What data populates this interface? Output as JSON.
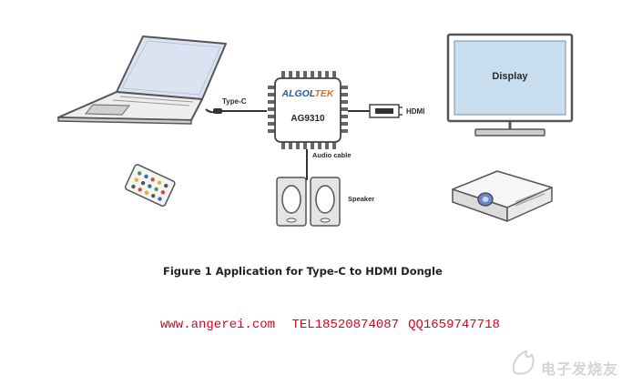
{
  "diagram": {
    "chip": {
      "brand": "ALGOLTEK",
      "brand_part1": "ALGOL",
      "brand_part2": "TEK",
      "model": "AG9310"
    },
    "labels": {
      "typec": "Type-C",
      "hdmi": "HDMI",
      "audio": "Audio cable",
      "speaker": "Speaker",
      "display": "Display"
    }
  },
  "caption": "Figure 1 Application for Type-C to HDMI Dongle",
  "contact": {
    "website": "www.angerei.com",
    "tel": "TEL18520874087",
    "qq": "QQ1659747718"
  },
  "watermark": {
    "text": "电子发烧友"
  },
  "colors": {
    "screen_fill": "#dbe3f3",
    "monitor_fill": "#c9dff0",
    "chip_body": "#ffffff",
    "brand_blue": "#1e5aa8",
    "brand_orange": "#e8701a",
    "contact_red": "#e0001b",
    "outline": "#555555"
  }
}
